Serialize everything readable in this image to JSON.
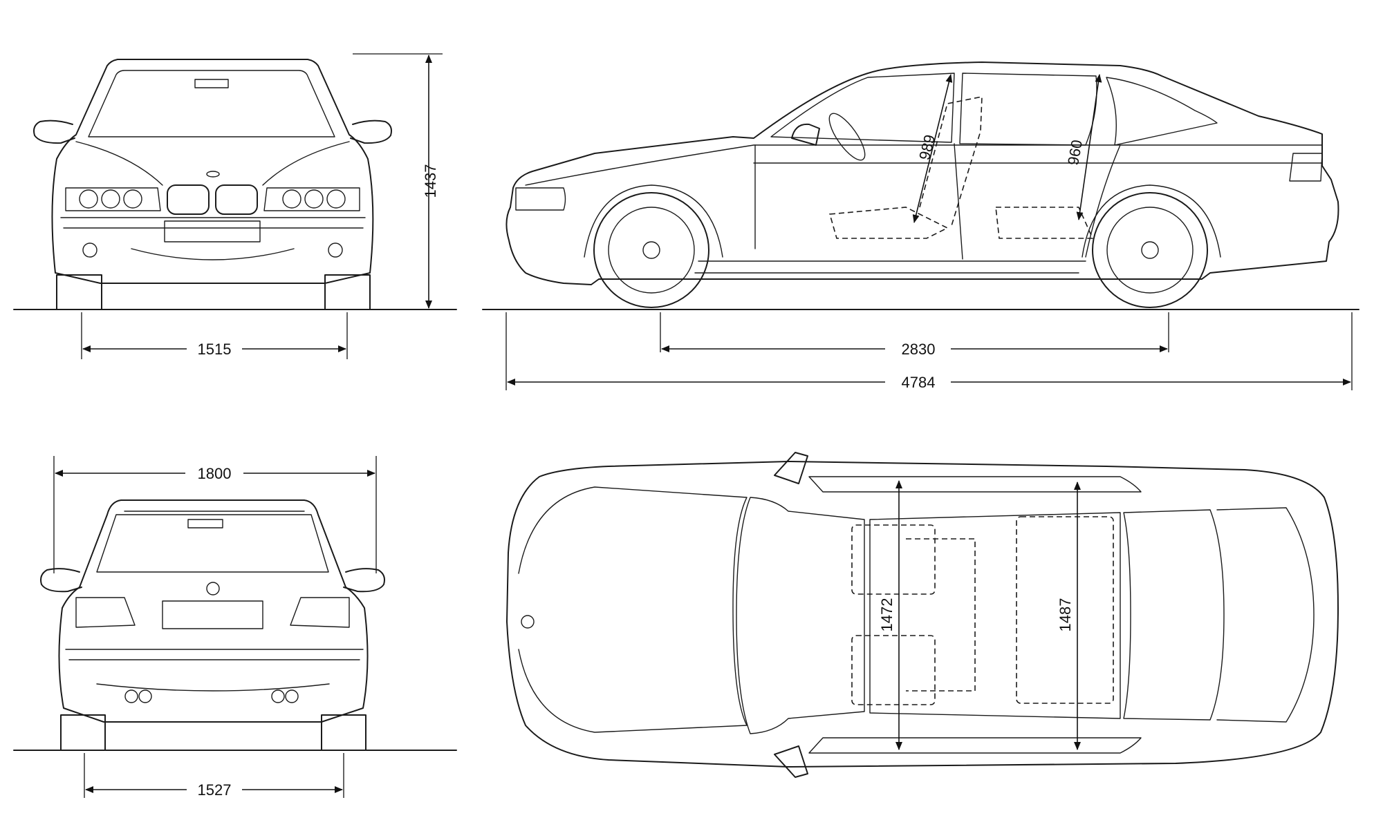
{
  "watermark": {
    "text": ""
  },
  "dimensions": {
    "front_height": "1437",
    "front_track": "1515",
    "wheelbase": "2830",
    "overall_length": "4784",
    "front_headroom": "989",
    "rear_headroom": "960",
    "overall_width": "1800",
    "rear_track": "1527",
    "front_interior_width": "1472",
    "rear_interior_width": "1487"
  }
}
